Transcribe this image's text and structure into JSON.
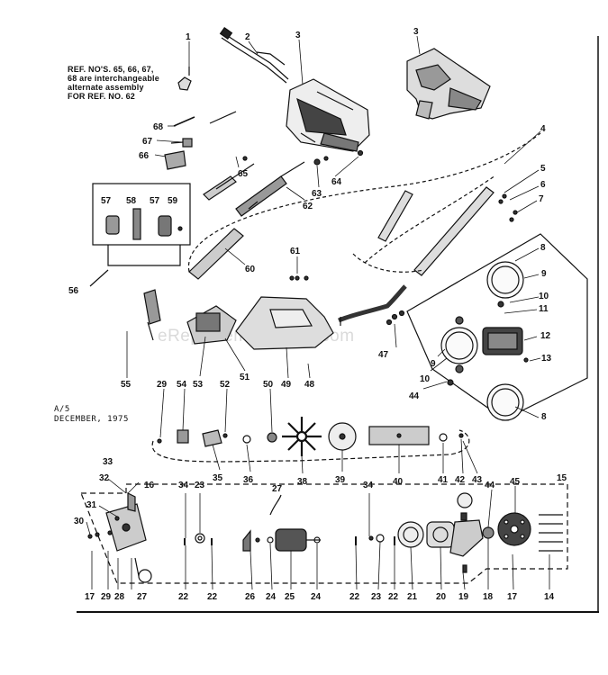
{
  "note_lines": [
    "REF. NO'S. 65, 66, 67,",
    "68 are interchangeable",
    "alternate assembly",
    "FOR REF. NO. 62"
  ],
  "date_lines": [
    "A/5",
    "DECEMBER, 1975"
  ],
  "watermark": "eReplacementParts.com",
  "part_numbers": {
    "n1": "1",
    "n2": "2",
    "n3a": "3",
    "n3b": "3",
    "n4": "4",
    "n5": "5",
    "n6": "6",
    "n7": "7",
    "n8a": "8",
    "n9a": "9",
    "n10a": "10",
    "n11": "11",
    "n12": "12",
    "n13": "13",
    "n9b": "9",
    "n10b": "10",
    "n8b": "8",
    "n44": "44",
    "n47": "47",
    "n68": "68",
    "n67": "67",
    "n66": "66",
    "n65": "65",
    "n63": "63",
    "n64": "64",
    "n62": "62",
    "n57a": "57",
    "n58": "58",
    "n57b": "57",
    "n59": "59",
    "n56": "56",
    "n61": "61",
    "n60": "60",
    "n55": "55",
    "n53": "53",
    "n51": "51",
    "n49": "49",
    "n48": "48",
    "n29": "29",
    "n54": "54",
    "n52": "52",
    "n50": "50",
    "n35": "35",
    "n36": "36",
    "n38": "38",
    "n39": "39",
    "n40": "40",
    "n41": "41",
    "n42": "42",
    "n43": "43",
    "n33": "33",
    "n32": "32",
    "n16": "16",
    "n31": "31",
    "n30": "30",
    "n17a": "17",
    "n29b": "29",
    "n28": "28",
    "n27a": "27",
    "n34a": "34",
    "n23a": "23",
    "n22a": "22",
    "n22b": "22",
    "n27b": "27",
    "n26": "26",
    "n24a": "24",
    "n25": "25",
    "n24b": "24",
    "n34b": "34",
    "n22c": "22",
    "n23b": "23",
    "n22d": "22",
    "n21": "21",
    "n20": "20",
    "n19": "19",
    "n18": "18",
    "n44b": "44",
    "n45": "45",
    "n15": "15",
    "n17b": "17",
    "n14": "14"
  }
}
